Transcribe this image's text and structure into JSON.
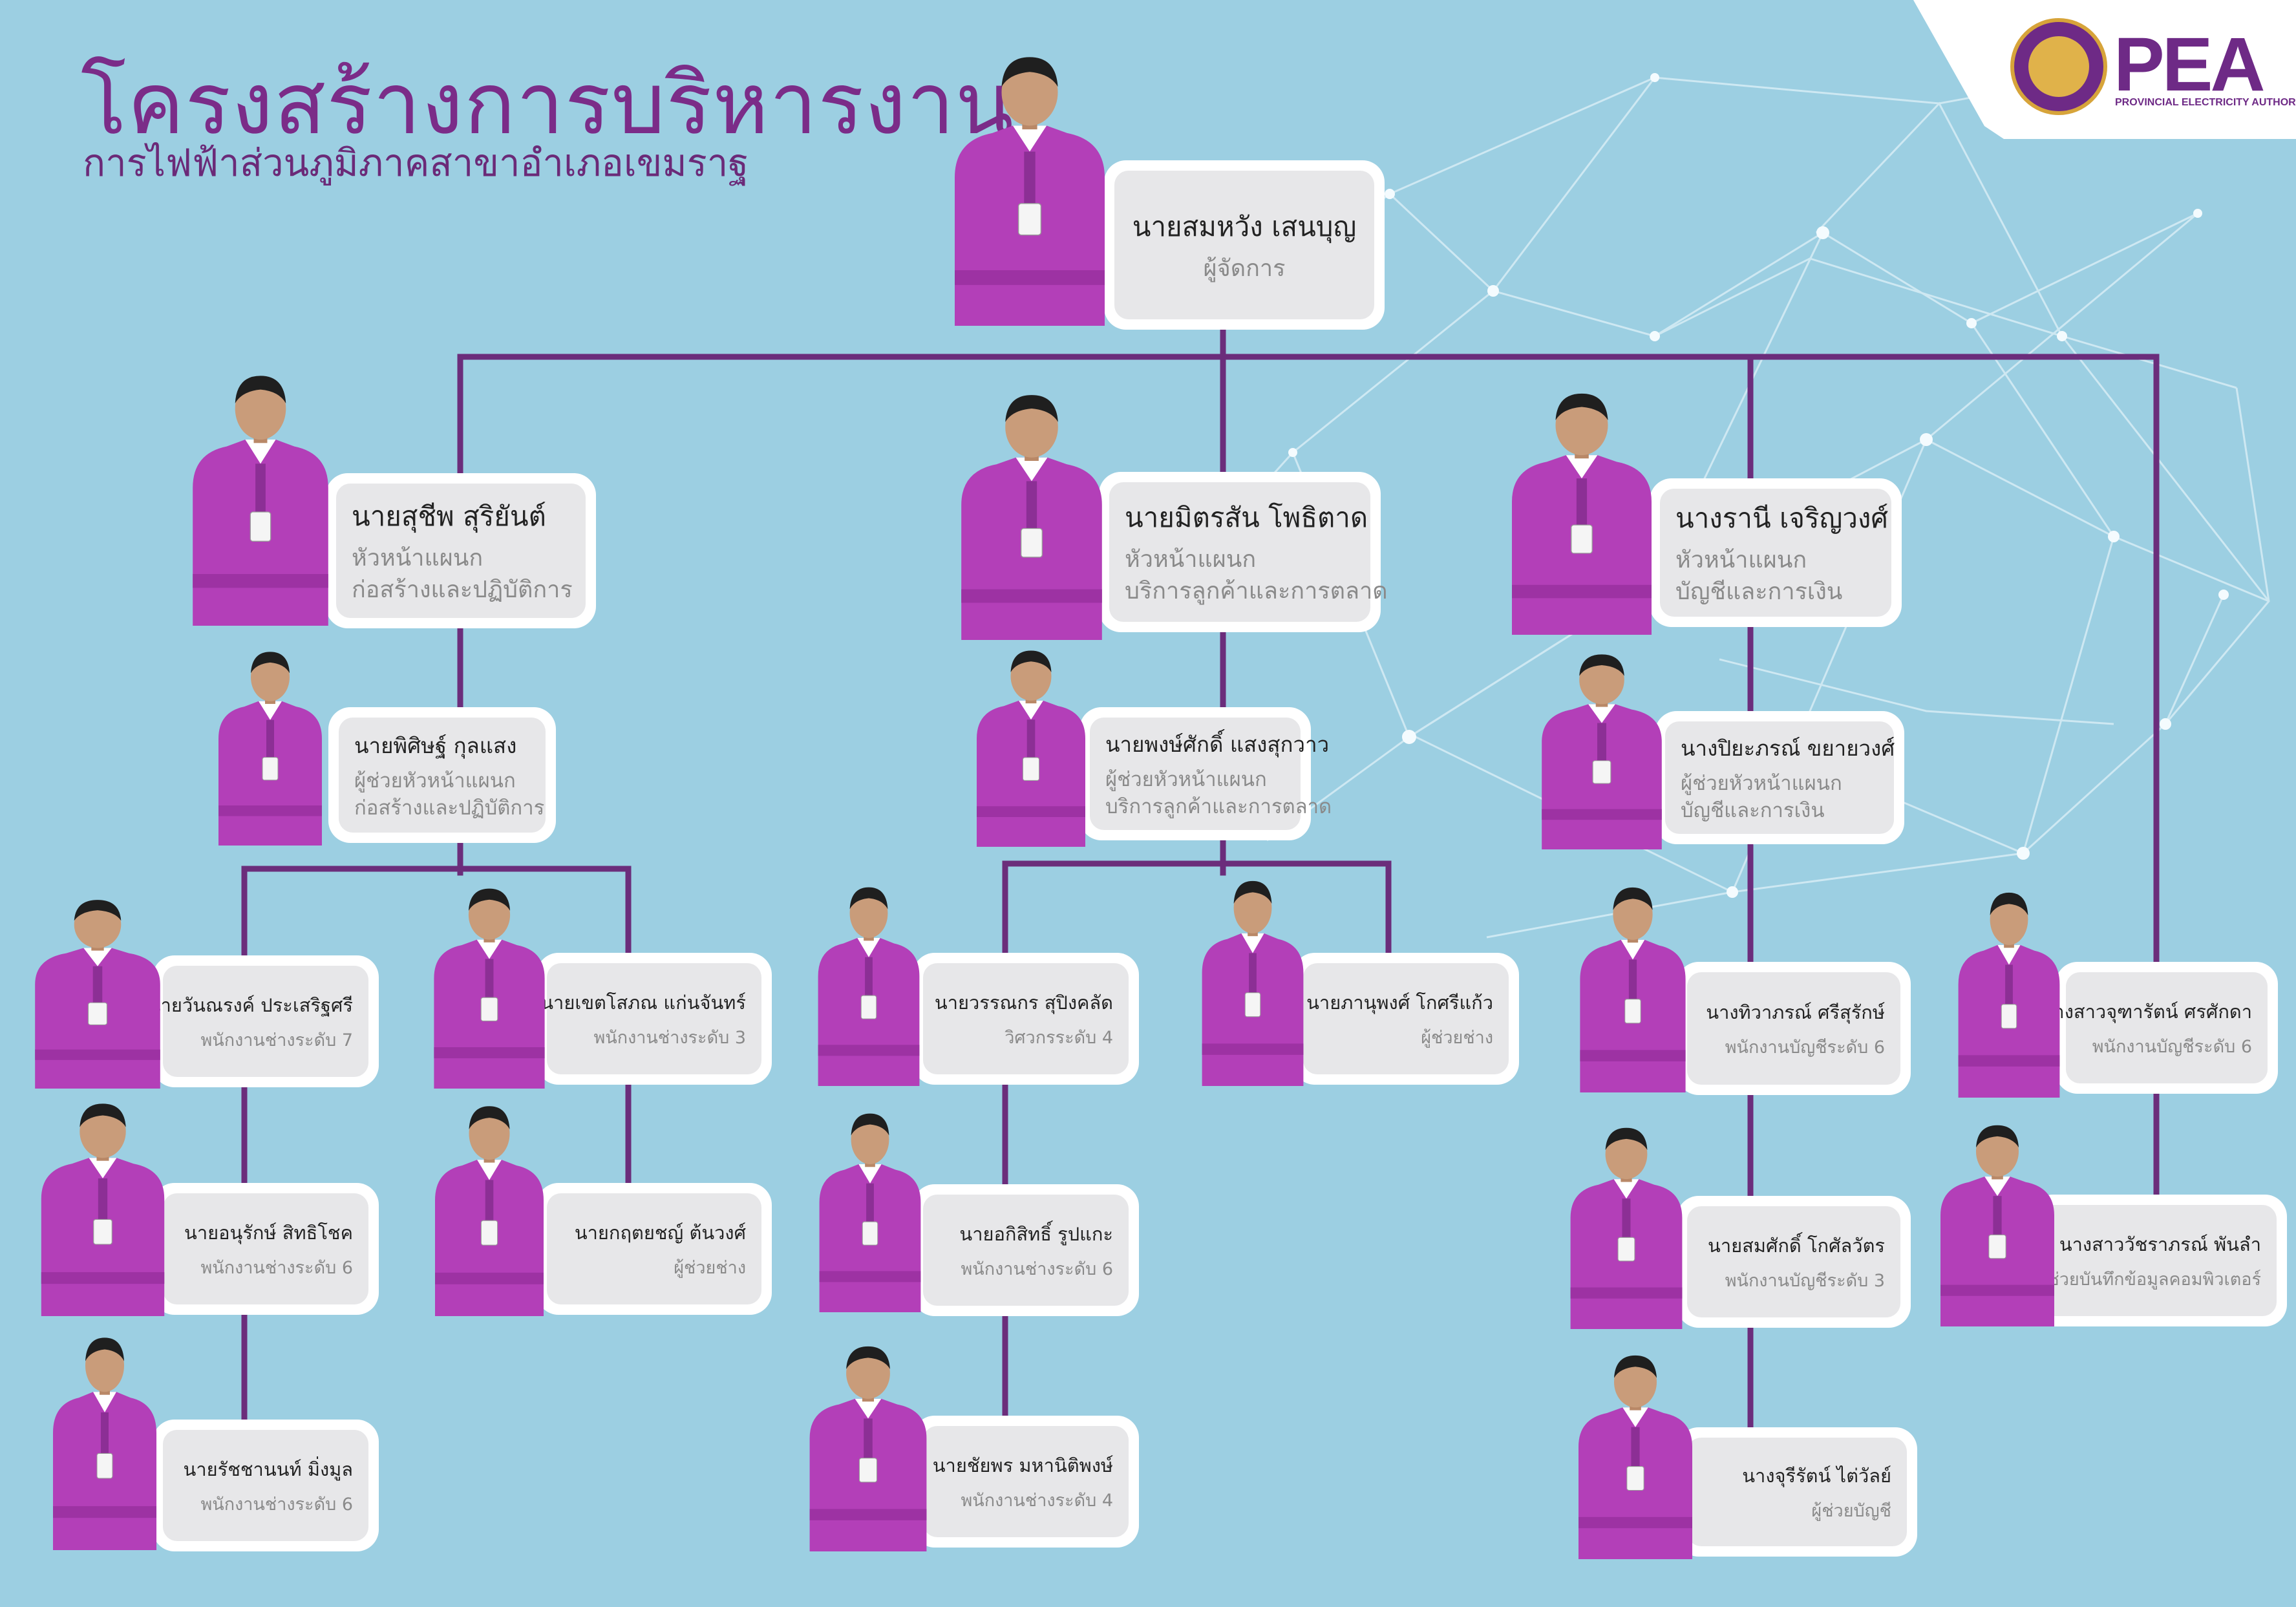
{
  "header": {
    "title": "โครงสร้างการบริหารงาน",
    "subtitle": "การไฟฟ้าส่วนภูมิภาคสาขาอำเภอเขมราฐ"
  },
  "logo": {
    "text": "PEA",
    "caption": "PROVINCIAL ELECTRICITY AUTHORITY"
  },
  "colors": {
    "background": "#9ccfe2",
    "accent": "#6e2a86",
    "connector": "#6b2d7b",
    "card": "#e7e7e9",
    "shirt": "#b33fb8"
  },
  "people": [
    {
      "id": "manager",
      "name": "นายสมหวัง  เสนบุญ",
      "roles": [
        "ผู้จัดการ"
      ]
    },
    {
      "id": "head-construction",
      "name": "นายสุชีพ  สุริยันต์",
      "roles": [
        "หัวหน้าแผนก",
        "ก่อสร้างและปฏิบัติการ"
      ]
    },
    {
      "id": "head-service",
      "name": "นายมิตรสัน โพธิตาด",
      "roles": [
        "หัวหน้าแผนก",
        "บริการลูกค้าและการตลาด"
      ]
    },
    {
      "id": "head-accounting",
      "name": "นางรานี  เจริญวงศ์",
      "roles": [
        "หัวหน้าแผนก",
        "บัญชีและการเงิน"
      ]
    },
    {
      "id": "asst-construction",
      "name": "นายพิศิษฐ์  กุลแสง",
      "roles": [
        "ผู้ช่วยหัวหน้าแผนก",
        "ก่อสร้างและปฏิบัติการ"
      ]
    },
    {
      "id": "asst-service",
      "name": "นายพงษ์ศักดิ์ แสงสุกวาว",
      "roles": [
        "ผู้ช่วยหัวหน้าแผนก",
        "บริการลูกค้าและการตลาด"
      ]
    },
    {
      "id": "asst-accounting",
      "name": "นางปิยะภรณ์ ขยายวงศ์",
      "roles": [
        "ผู้ช่วยหัวหน้าแผนก",
        "บัญชีและการเงิน"
      ]
    },
    {
      "id": "staff-wanchanarong",
      "name": "นายวันณรงค์ ประเสริฐศรี",
      "roles": [
        "พนักงานช่างระดับ 7"
      ]
    },
    {
      "id": "staff-khetsophon",
      "name": "นายเขตโสภณ  แก่นจันทร์",
      "roles": [
        "พนักงานช่างระดับ 3"
      ]
    },
    {
      "id": "staff-worranakorn",
      "name": "นายวรรณกร  สุปิงคลัด",
      "roles": [
        "วิศวกรระดับ 4"
      ]
    },
    {
      "id": "staff-phanuphong",
      "name": "นายภานุพงศ์  โกศรีแก้ว",
      "roles": [
        "ผู้ช่วยช่าง"
      ]
    },
    {
      "id": "staff-thiwaporn",
      "name": "นางทิวาภรณ์  ศรีสุรักษ์",
      "roles": [
        "พนักงานบัญชีระดับ 6"
      ]
    },
    {
      "id": "staff-jutharat",
      "name": "นางสาวจุฑารัตน์  ศรศักดา",
      "roles": [
        "พนักงานบัญชีระดับ 6"
      ]
    },
    {
      "id": "staff-anurak",
      "name": "นายอนุรักษ์  สิทธิโชค",
      "roles": [
        "พนักงานช่างระดับ 6"
      ]
    },
    {
      "id": "staff-kritsadayut",
      "name": "นายกฤตยชญ์  ต้นวงศ์",
      "roles": [
        "ผู้ช่วยช่าง"
      ]
    },
    {
      "id": "staff-akkhasit",
      "name": "นายอกิสิทธิ์  รูปแกะ",
      "roles": [
        "พนักงานช่างระดับ 6"
      ]
    },
    {
      "id": "staff-somsak",
      "name": "นายสมศักดิ์  โกศัลวัตร",
      "roles": [
        "พนักงานบัญชีระดับ 3"
      ]
    },
    {
      "id": "staff-watcharaporn",
      "name": "นางสาววัชราภรณ์  พันลำ",
      "roles": [
        "ผู้ช่วยบันทึกข้อมูลคอมพิวเตอร์"
      ]
    },
    {
      "id": "staff-ratchanon",
      "name": "นายรัชชานนท์  มิ่งมูล",
      "roles": [
        "พนักงานช่างระดับ 6"
      ]
    },
    {
      "id": "staff-chaiyaphon",
      "name": "นายชัยพร  มหานิติพงษ์",
      "roles": [
        "พนักงานช่างระดับ 4"
      ]
    },
    {
      "id": "staff-jurirat",
      "name": "นางจุรีรัตน์  ไต่วัลย์",
      "roles": [
        "ผู้ช่วยบัญชี"
      ]
    }
  ]
}
